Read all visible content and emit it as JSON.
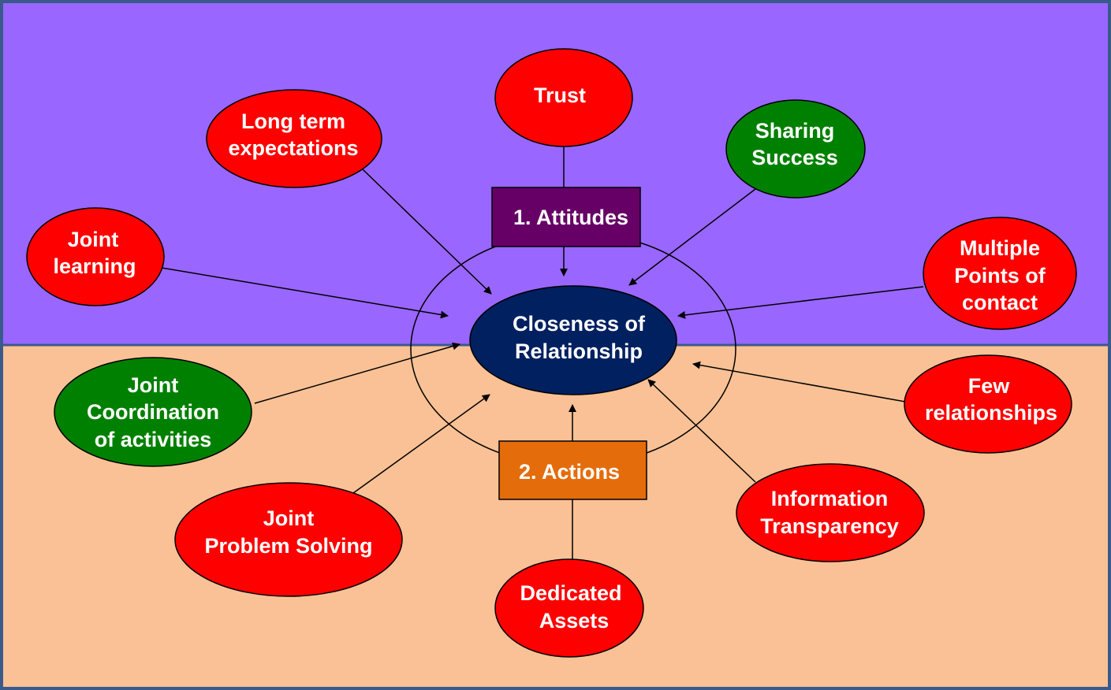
{
  "colors": {
    "attitudes_bg": "#9966ff",
    "actions_bg": "#f9c195",
    "frame": "#3a5a8c",
    "red_node": "#ff0000",
    "green_node": "#008000",
    "center_node": "#002060",
    "attitudes_box": "#660066",
    "actions_box": "#e46c0a"
  },
  "center": {
    "lines": [
      "Closeness of",
      "Relationship"
    ]
  },
  "boxes": {
    "attitudes": {
      "label": "1. Attitudes"
    },
    "actions": {
      "label": "2. Actions"
    }
  },
  "nodes": {
    "trust": {
      "lines": [
        "Trust"
      ],
      "color": "red"
    },
    "long_term": {
      "lines": [
        "Long term",
        "expectations"
      ],
      "color": "red"
    },
    "sharing_success": {
      "lines": [
        "Sharing",
        "Success"
      ],
      "color": "green"
    },
    "joint_learning": {
      "lines": [
        "Joint",
        "learning"
      ],
      "color": "red"
    },
    "multiple_points": {
      "lines": [
        "Multiple",
        "Points of",
        "contact"
      ],
      "color": "red"
    },
    "joint_coordination": {
      "lines": [
        "Joint",
        "Coordination",
        "of activities"
      ],
      "color": "green"
    },
    "few_relationships": {
      "lines": [
        "Few",
        "relationships"
      ],
      "color": "red"
    },
    "joint_problem": {
      "lines": [
        "Joint",
        "Problem Solving"
      ],
      "color": "red"
    },
    "information": {
      "lines": [
        "Information",
        "Transparency"
      ],
      "color": "red"
    },
    "dedicated": {
      "lines": [
        "Dedicated",
        "Assets"
      ],
      "color": "red"
    }
  }
}
